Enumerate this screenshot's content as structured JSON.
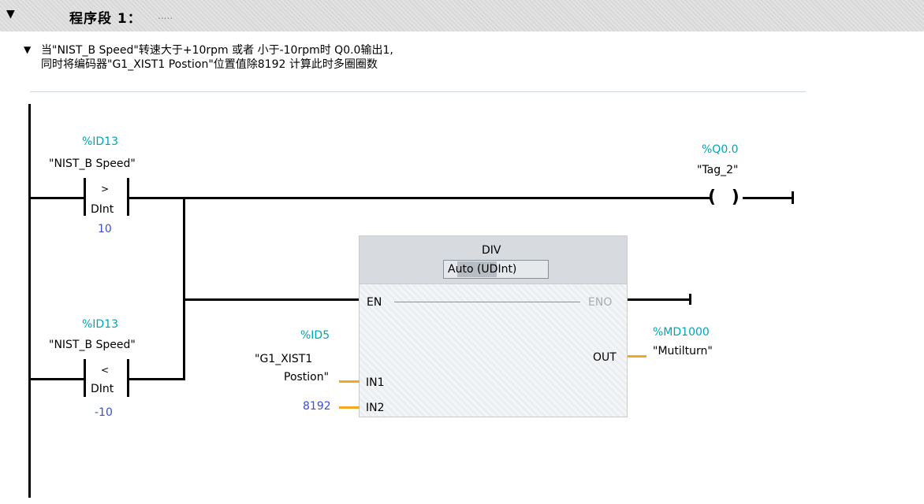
{
  "network": {
    "title": "程序段 1：",
    "title_suffix": ".....",
    "comment_line1": "当\"NIST_B Speed\"转速大于+10rpm 或者 小于-10rpm时  Q0.0输出1,",
    "comment_line2": "同时将编码器\"G1_XIST1 Postion\"位置值除8192 计算此时多圈圈数"
  },
  "contact1": {
    "address": "%ID13",
    "name": "\"NIST_B Speed\"",
    "op": ">",
    "type": "DInt",
    "value": "10"
  },
  "contact2": {
    "address": "%ID13",
    "name": "\"NIST_B Speed\"",
    "op": "<",
    "type": "DInt",
    "value": "-10"
  },
  "coil": {
    "address": "%Q0.0",
    "name": "\"Tag_2\"",
    "symbol": "(  )"
  },
  "div_block": {
    "name": "DIV",
    "type": "Auto (UDInt)",
    "en": "EN",
    "eno": "ENO",
    "in1": "IN1",
    "in2": "IN2",
    "out": "OUT"
  },
  "in1_operand": {
    "address": "%ID5",
    "name_line1": "\"G1_XIST1",
    "name_line2": "Postion\""
  },
  "in2_operand": {
    "value": "8192"
  },
  "out_operand": {
    "address": "%MD1000",
    "name": "\"Mutilturn\""
  },
  "icons": {
    "collapse_network": "triangle-down-icon",
    "collapse_comment": "triangle-down-icon"
  },
  "colors": {
    "address": "#00a5b5",
    "literal": "#3a4fd6",
    "wire": "#f5a623",
    "header_bg": "#dcdcdc"
  }
}
